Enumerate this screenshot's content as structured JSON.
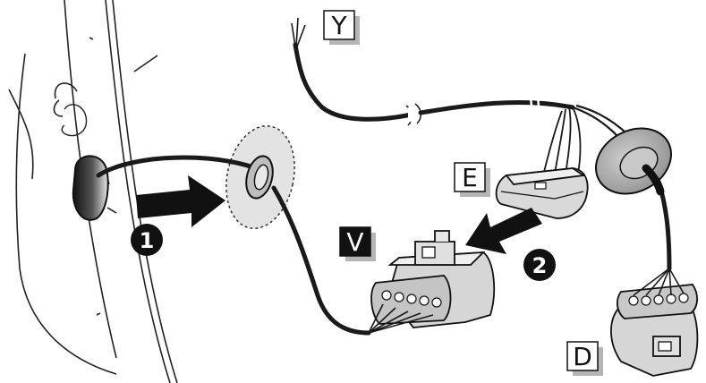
{
  "labels": {
    "y": "Y",
    "e": "E",
    "v": "V",
    "d": "D"
  },
  "steps": {
    "one": "1",
    "two": "2"
  },
  "colors": {
    "ink": "#111111",
    "cable": "#1a1a1a",
    "connector_fill": "#d9d9d9",
    "grommet_fill": "#a9a9a9",
    "highlight_fill": "#e3e3e3",
    "label_shadow": "#b5b5b5",
    "arrow_fill": "#111111"
  },
  "icons": {
    "step_marker": "filled-circle-number",
    "direction_arrow": "thick-arrow"
  }
}
